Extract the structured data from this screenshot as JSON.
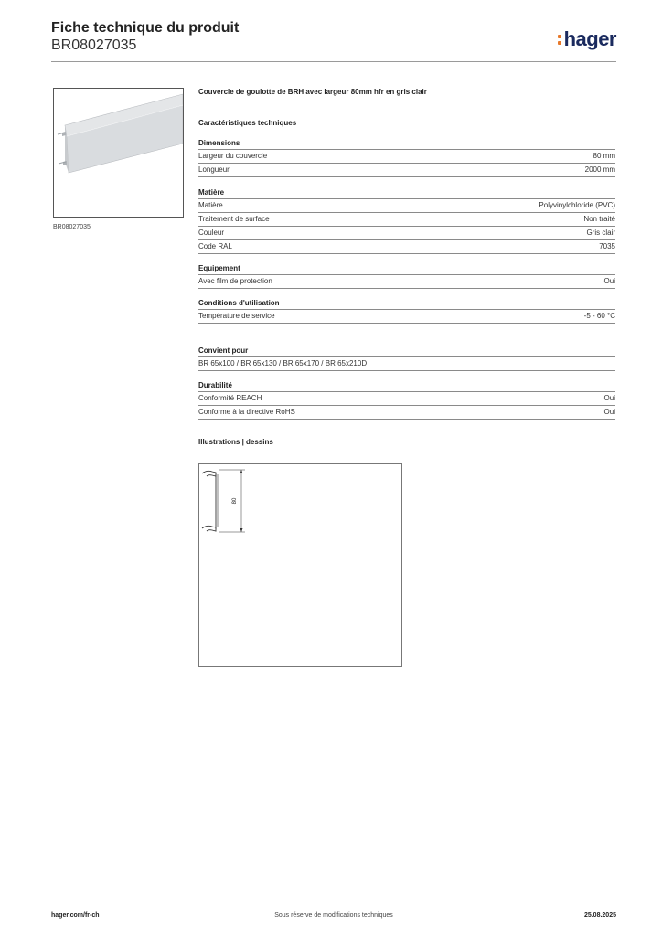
{
  "header": {
    "title": "Fiche technique du produit",
    "reference": "BR08027035",
    "logo_text": "hager"
  },
  "product": {
    "image_caption": "BR08027035",
    "description": "Couvercle de goulotte de BRH avec largeur 80mm hfr en gris clair"
  },
  "characteristics_title": "Caractéristiques techniques",
  "sections": {
    "dimensions": {
      "title": "Dimensions",
      "rows": [
        {
          "label": "Largeur du couvercle",
          "value": "80 mm"
        },
        {
          "label": "Longueur",
          "value": "2000 mm"
        }
      ]
    },
    "matiere": {
      "title": "Matière",
      "rows": [
        {
          "label": "Matière",
          "value": "Polyvinylchloride (PVC)"
        },
        {
          "label": "Traitement de surface",
          "value": "Non traité"
        },
        {
          "label": "Couleur",
          "value": "Gris clair"
        },
        {
          "label": "Code RAL",
          "value": "7035"
        }
      ]
    },
    "equipement": {
      "title": "Equipement",
      "rows": [
        {
          "label": "Avec film de protection",
          "value": "Oui"
        }
      ]
    },
    "conditions": {
      "title": "Conditions d'utilisation",
      "rows": [
        {
          "label": "Température de service",
          "value": "-5 - 60 °C"
        }
      ]
    },
    "convient": {
      "title": "Convient pour",
      "rows": [
        {
          "label": "BR 65x100 / BR 65x130 / BR 65x170 / BR 65x210D",
          "value": ""
        }
      ]
    },
    "durabilite": {
      "title": "Durabilité",
      "rows": [
        {
          "label": "Conformité REACH",
          "value": "Oui"
        },
        {
          "label": "Conforme à la directive RoHS",
          "value": "Oui"
        }
      ]
    }
  },
  "illustrations": {
    "title": "Illustrations | dessins",
    "dimension_label": "80"
  },
  "footer": {
    "left": "hager.com/fr-ch",
    "center": "Sous réserve de modifications techniques",
    "right": "25.08.2025"
  },
  "colors": {
    "logo_blue": "#1a2a5e",
    "logo_orange": "#e8792b"
  }
}
